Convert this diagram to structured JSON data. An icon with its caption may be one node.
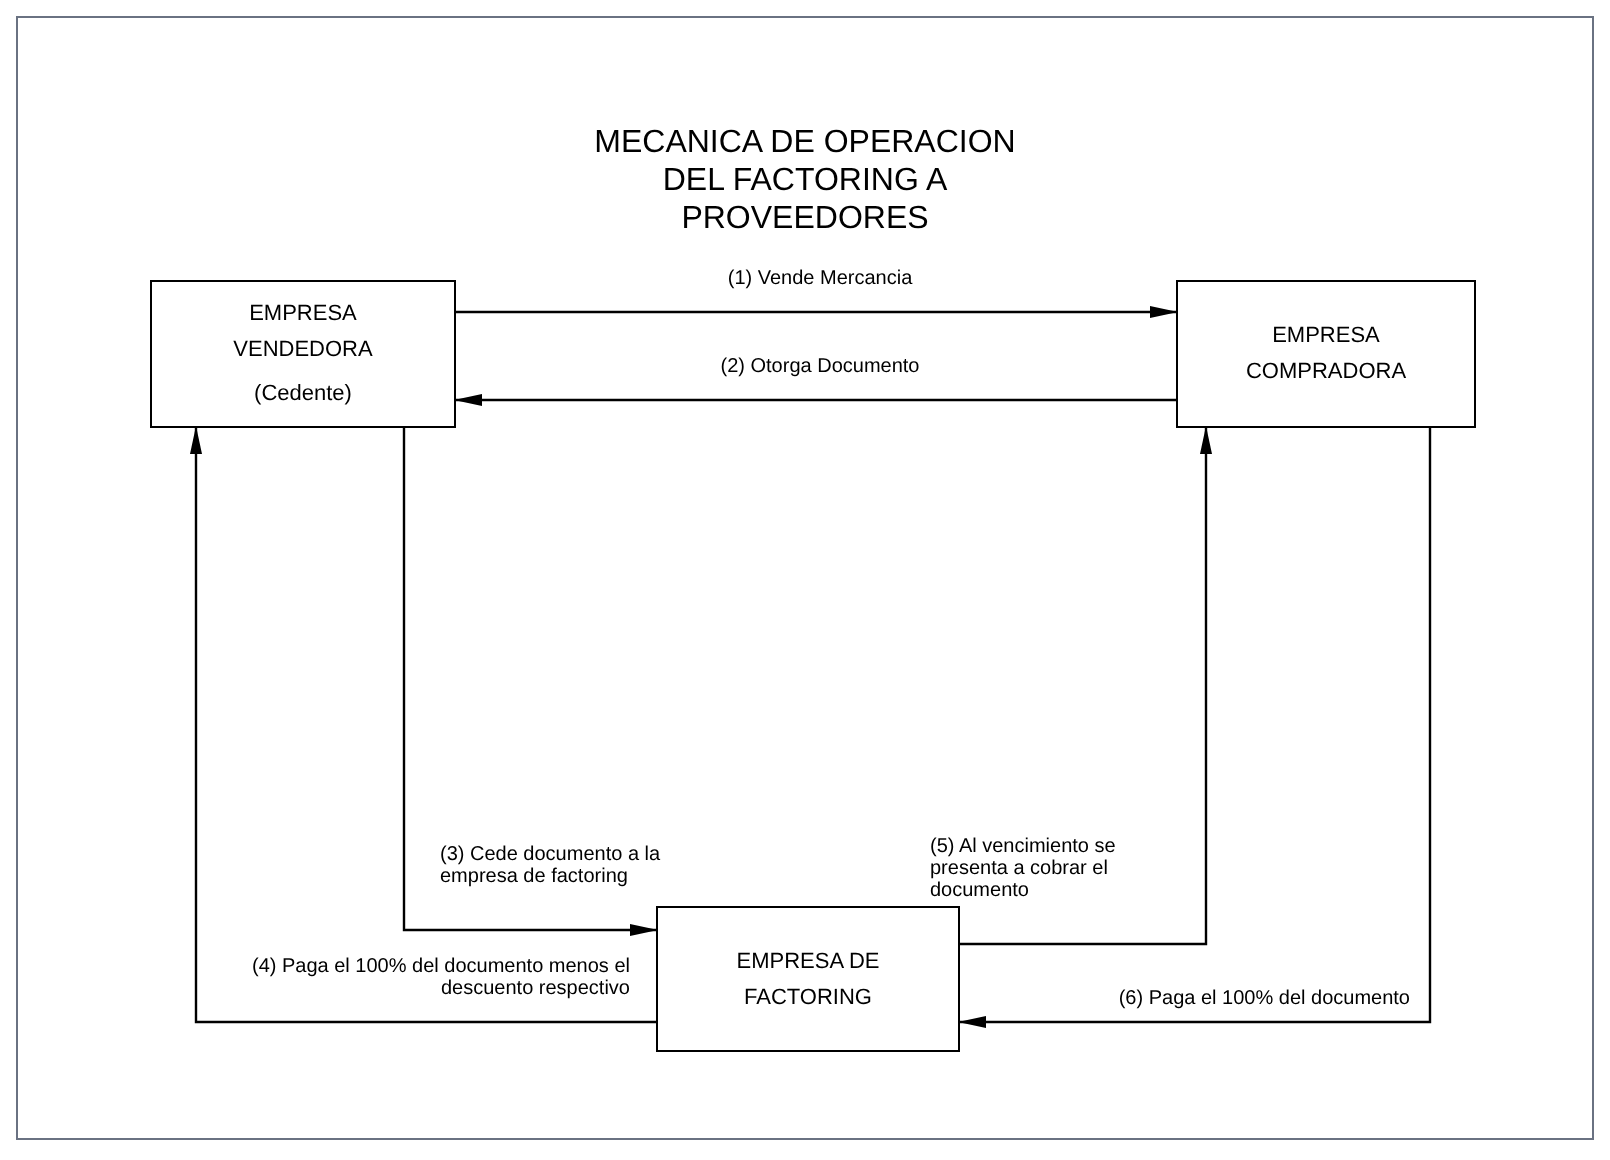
{
  "diagram": {
    "title": "MECANICA DE OPERACION DEL FACTORING A PROVEEDORES",
    "nodes": [
      {
        "text": [
          "EMPRESA VENDEDORA",
          "(Cedente)"
        ]
      },
      {
        "text": [
          "EMPRESA COMPRADORA"
        ]
      },
      {
        "text": [
          "EMPRESA DE FACTORING"
        ]
      }
    ],
    "edges": [
      {
        "from": 0,
        "to": 1,
        "arrow": "to",
        "label": "(1) Vende Mercancia"
      },
      {
        "from": 1,
        "to": 0,
        "arrow": "to",
        "label": "(2) Otorga Documento"
      },
      {
        "from": 0,
        "to": 2,
        "arrow": "to",
        "label": "(3) Cede documento a la empresa de factoring"
      },
      {
        "from": 2,
        "to": 0,
        "arrow": "to",
        "label": "(4) Paga el 100% del documento menos el descuento respectivo"
      },
      {
        "from": 2,
        "to": 1,
        "arrow": "to",
        "label": "(5) Al vencimiento se presenta a cobrar el documento"
      },
      {
        "from": 1,
        "to": 2,
        "arrow": "to",
        "label": "(6) Paga el 100% del documento"
      }
    ]
  }
}
